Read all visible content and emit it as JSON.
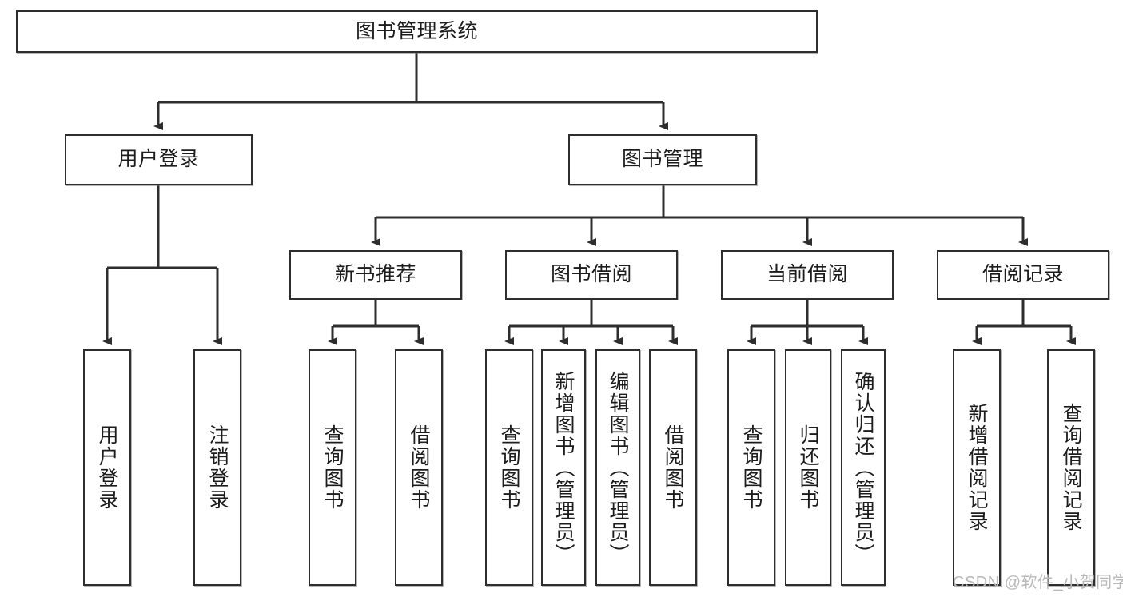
{
  "diagram": {
    "type": "tree",
    "title": "图书管理系统",
    "root": {
      "id": "root",
      "label": "图书管理系统"
    },
    "level2": [
      {
        "id": "user-login",
        "label": "用户登录"
      },
      {
        "id": "book-manage",
        "label": "图书管理"
      }
    ],
    "level3": [
      {
        "id": "new-book-recommend",
        "label": "新书推荐",
        "parent": "book-manage"
      },
      {
        "id": "book-borrow",
        "label": "图书借阅",
        "parent": "book-manage"
      },
      {
        "id": "current-borrow",
        "label": "当前借阅",
        "parent": "book-manage"
      },
      {
        "id": "borrow-record",
        "label": "借阅记录",
        "parent": "book-manage"
      }
    ],
    "leaves": [
      {
        "id": "leaf-user-login",
        "label": "用户登录",
        "parent": "user-login"
      },
      {
        "id": "leaf-logout-login",
        "label": "注销登录",
        "parent": "user-login"
      },
      {
        "id": "leaf-query-book-1",
        "label": "查询图书",
        "parent": "new-book-recommend"
      },
      {
        "id": "leaf-borrow-book-1",
        "label": "借阅图书",
        "parent": "new-book-recommend"
      },
      {
        "id": "leaf-query-book-2",
        "label": "查询图书",
        "parent": "book-borrow"
      },
      {
        "id": "leaf-add-book",
        "label": "新增图书（管理员）",
        "parent": "book-borrow"
      },
      {
        "id": "leaf-edit-book",
        "label": "编辑图书（管理员）",
        "parent": "book-borrow"
      },
      {
        "id": "leaf-borrow-book-2",
        "label": "借阅图书",
        "parent": "book-borrow"
      },
      {
        "id": "leaf-query-book-3",
        "label": "查询图书",
        "parent": "current-borrow"
      },
      {
        "id": "leaf-return-book",
        "label": "归还图书",
        "parent": "current-borrow"
      },
      {
        "id": "leaf-confirm-return",
        "label": "确认归还（管理员）",
        "parent": "current-borrow"
      },
      {
        "id": "leaf-add-record",
        "label": "新增借阅记录",
        "parent": "borrow-record"
      },
      {
        "id": "leaf-query-record",
        "label": "查询借阅记录",
        "parent": "borrow-record"
      }
    ],
    "colors": {
      "stroke": "#2e2e2e",
      "box_fill": "#ffffff",
      "text": "#1c1c1c",
      "watermark": "#b9b9b9"
    }
  },
  "watermark": {
    "text": "CSDN @软件_小贺同学"
  }
}
